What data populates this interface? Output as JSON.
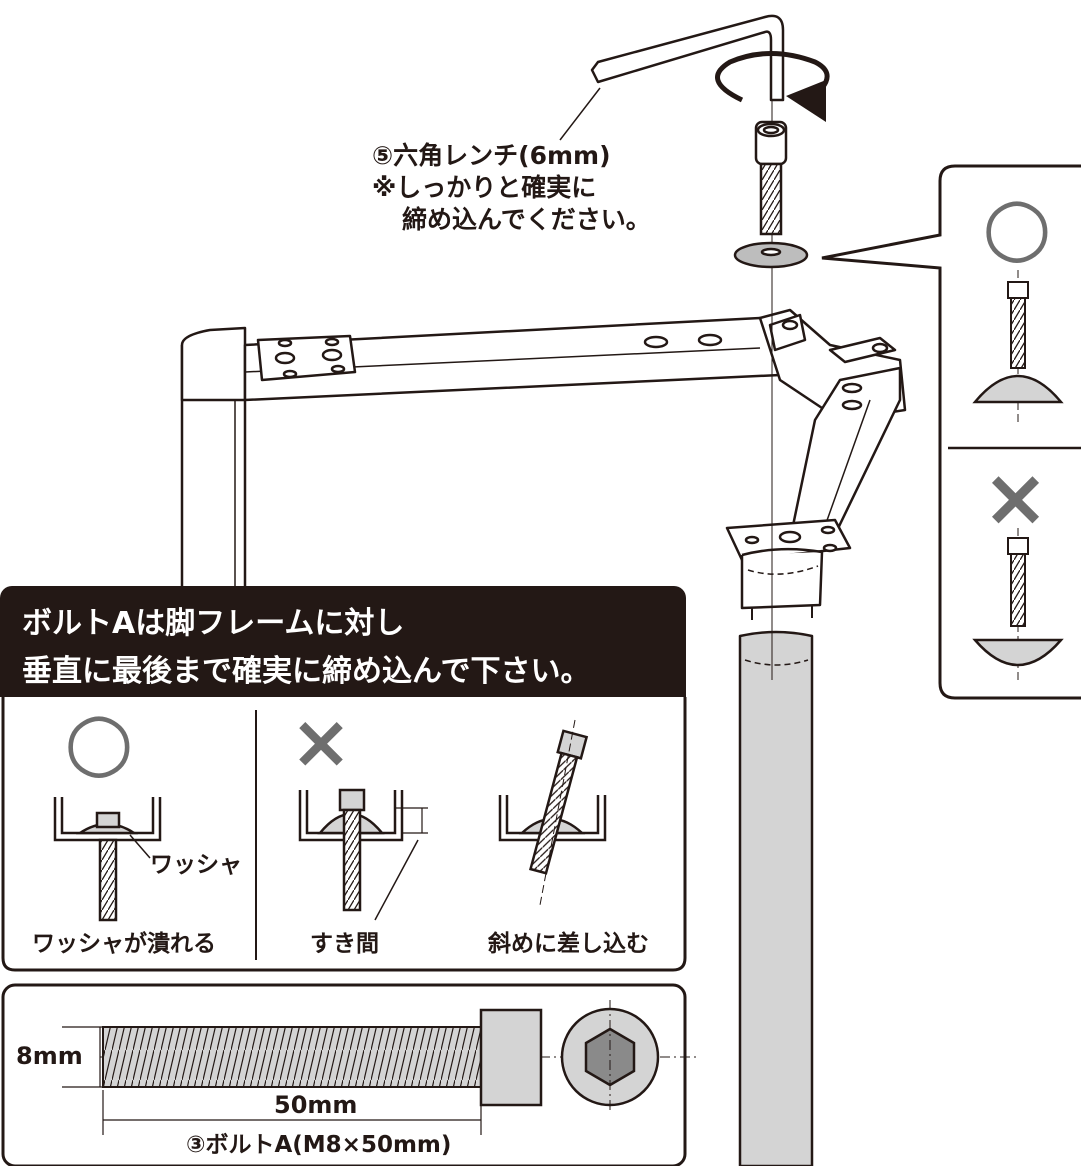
{
  "wrench_note": {
    "label": "⑤六角レンチ(6mm)",
    "line1": "※しっかりと確実に",
    "line2": "締め込んでください。"
  },
  "warning_panel": {
    "heading_line1": "ボルトAは脚フレームに対し",
    "heading_line2": "垂直に最後まで確実に締め込んで下さい。",
    "examples": [
      {
        "mark": "○",
        "caption": "ワッシャが潰れる",
        "callout": "ワッシャ"
      },
      {
        "mark": "×",
        "caption": "すき間"
      },
      {
        "mark": "×",
        "caption": "斜めに差し込む"
      }
    ]
  },
  "bolt_spec": {
    "diameter_label": "8mm",
    "length_label": "50mm",
    "part_label": "③ボルトA(M8×50mm)"
  },
  "side_detail": {
    "good_mark": "○",
    "bad_mark": "×"
  },
  "colors": {
    "ink": "#231815",
    "fill_gray": "#d4d4d4",
    "mark_gray": "#6e6e6e"
  }
}
